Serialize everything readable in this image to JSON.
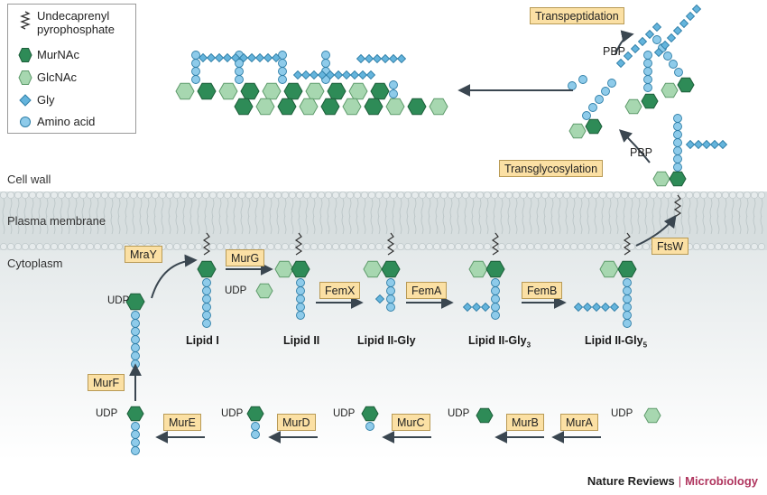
{
  "legend": {
    "items": [
      {
        "symbol": "undecaprenyl",
        "label_lines": [
          "Undecaprenyl",
          "pyrophosphate"
        ]
      },
      {
        "symbol": "murnac",
        "label_lines": [
          "MurNAc"
        ]
      },
      {
        "symbol": "glcnac",
        "label_lines": [
          "GlcNAc"
        ]
      },
      {
        "symbol": "gly",
        "label_lines": [
          "Gly"
        ]
      },
      {
        "symbol": "amino-acid",
        "label_lines": [
          "Amino acid"
        ]
      }
    ]
  },
  "regions": {
    "cell_wall": "Cell wall",
    "plasma_membrane": "Plasma membrane",
    "cytoplasm": "Cytoplasm"
  },
  "enzymes": {
    "mray": "MraY",
    "murg": "MurG",
    "femx": "FemX",
    "fema": "FemA",
    "femb": "FemB",
    "ftsw": "FtsW",
    "murf": "MurF",
    "mure": "MurE",
    "murd": "MurD",
    "murc": "MurC",
    "murb": "MurB",
    "mura": "MurA",
    "transglycosylation": "Transglycosylation",
    "transpeptidation": "Transpeptidation"
  },
  "lipids": {
    "lipid1": "Lipid I",
    "lipid2": "Lipid II",
    "lipid2_gly": "Lipid II-Gly",
    "lipid2_gly3_main": "Lipid II-Gly",
    "lipid2_gly3_sub": "3",
    "lipid2_gly5_main": "Lipid II-Gly",
    "lipid2_gly5_sub": "5"
  },
  "udp_label": "UDP",
  "pbp_label": "PBP",
  "credit": {
    "publisher": "Nature Reviews",
    "separator": "|",
    "journal": "Microbiology"
  },
  "colors": {
    "murnac": "#2e8b57",
    "glcnac": "#a7d7b0",
    "gly": "#64b4dc",
    "amino_acid": "#8ecbea",
    "arrow": "#3a4650",
    "enzyme_box": "#fbe0a4",
    "membrane": "#d7dedf",
    "cytoplasm_top": "#e9edee",
    "cytoplasm_bottom": "#ffffff",
    "journal": "#b0365f"
  }
}
